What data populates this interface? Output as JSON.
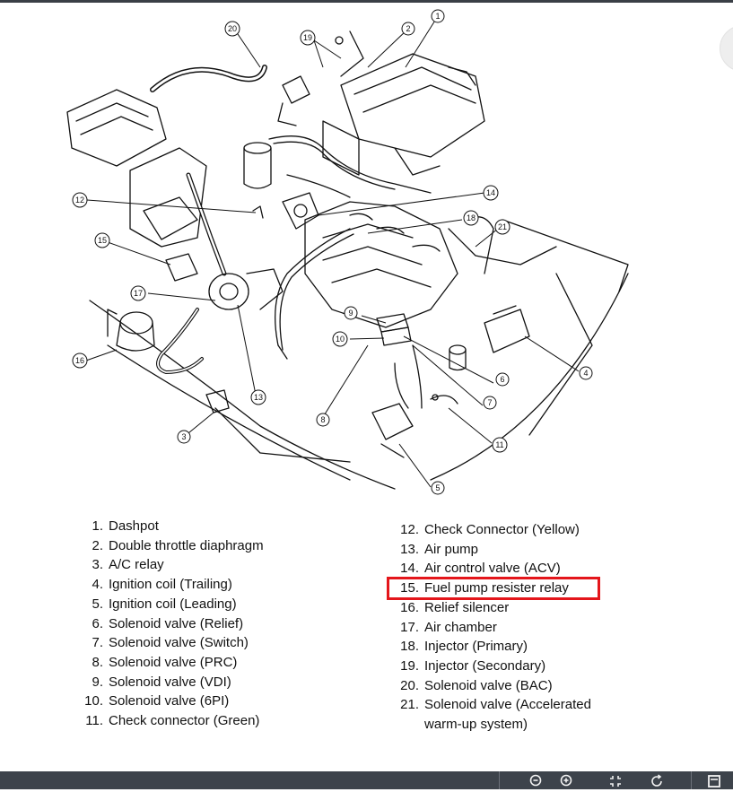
{
  "diagram": {
    "callouts": [
      "1",
      "2",
      "3",
      "4",
      "5",
      "6",
      "7",
      "8",
      "9",
      "10",
      "11",
      "12",
      "13",
      "14",
      "15",
      "16",
      "17",
      "18",
      "19",
      "20",
      "21"
    ]
  },
  "legend": {
    "left": [
      {
        "num": "1.",
        "label": "Dashpot"
      },
      {
        "num": "2.",
        "label": "Double throttle diaphragm"
      },
      {
        "num": "3.",
        "label": "A/C relay"
      },
      {
        "num": "4.",
        "label": "Ignition coil (Trailing)"
      },
      {
        "num": "5.",
        "label": "Ignition coil (Leading)"
      },
      {
        "num": "6.",
        "label": "Solenoid valve (Relief)"
      },
      {
        "num": "7.",
        "label": "Solenoid valve (Switch)"
      },
      {
        "num": "8.",
        "label": "Solenoid valve (PRC)"
      },
      {
        "num": "9.",
        "label": "Solenoid valve (VDI)"
      },
      {
        "num": "10.",
        "label": "Solenoid valve (6PI)"
      },
      {
        "num": "11.",
        "label": "Check connector (Green)"
      }
    ],
    "right": [
      {
        "num": "12.",
        "label": "Check Connector (Yellow)"
      },
      {
        "num": "13.",
        "label": "Air pump"
      },
      {
        "num": "14.",
        "label": "Air control valve (ACV)"
      },
      {
        "num": "15.",
        "label": "Fuel pump resister relay"
      },
      {
        "num": "16.",
        "label": "Relief silencer"
      },
      {
        "num": "17.",
        "label": "Air chamber"
      },
      {
        "num": "18.",
        "label": "Injector (Primary)"
      },
      {
        "num": "19.",
        "label": "Injector (Secondary)"
      },
      {
        "num": "20.",
        "label": "Solenoid valve (BAC)"
      },
      {
        "num": "21.",
        "label": "Solenoid valve (Accelerated"
      }
    ],
    "right_continuation": "warm-up system)"
  },
  "highlight": {
    "item": "15",
    "color": "#e4161b"
  },
  "toolbar": {
    "icons": [
      "zoom-out-icon",
      "zoom-in-icon",
      "fit-icon",
      "rotate-icon",
      "more-icon"
    ]
  },
  "colors": {
    "toolbar_bg": "#3d434b",
    "topbar_bg": "#3a3f46",
    "line": "#111111"
  }
}
